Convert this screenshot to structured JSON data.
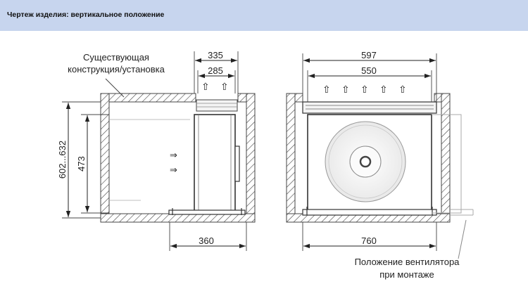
{
  "header": {
    "title": "Чертеж изделия: вертикальное положение"
  },
  "diagram": {
    "left_view": {
      "label_line1": "Существующая",
      "label_line2": "конструкция/установка",
      "dim_top_outer": "335",
      "dim_top_inner": "285",
      "dim_height_outer": "602...632",
      "dim_height_inner": "473",
      "dim_bottom": "360"
    },
    "right_view": {
      "dim_top_outer": "597",
      "dim_top_inner": "550",
      "dim_bottom": "760",
      "label_line1": "Положение вентилятора",
      "label_line2": "при монтаже"
    },
    "airflow_symbol_up": "⇧",
    "airflow_symbol_right": "⇒"
  },
  "colors": {
    "header_bg": "#c7d5ee",
    "line": "#333333"
  }
}
